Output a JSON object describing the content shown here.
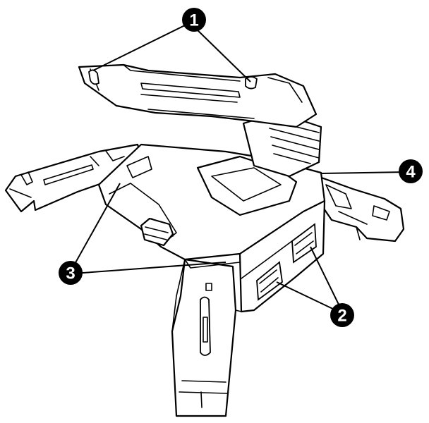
{
  "callouts": [
    {
      "id": "1",
      "label": "1"
    },
    {
      "id": "2",
      "label": "2"
    },
    {
      "id": "3",
      "label": "3"
    },
    {
      "id": "4",
      "label": "4"
    }
  ],
  "colors": {
    "line": "#000000",
    "fill": "#ffffff",
    "callout_bg": "#000000",
    "callout_text": "#ffffff"
  }
}
